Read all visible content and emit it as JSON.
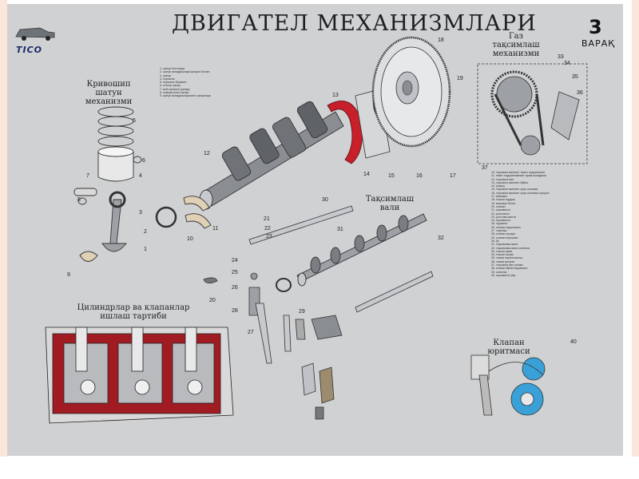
{
  "title": "ДВИГАТЕЛ МЕХАНИЗМЛАРИ",
  "logo": {
    "text": "TICO",
    "icon": "car-icon"
  },
  "sheet": {
    "number": "3",
    "word": "ВАРАҚ"
  },
  "sections": {
    "piston": "Кривошип шатун механизми",
    "timing": "Газ тақсимлаш механизми",
    "camshaft": "Тақсимлаш вали",
    "firing_order": "Цилиндрлар ва клапанлар ишлаш тартиби",
    "valve": "Клапан юритмаси"
  },
  "callouts": {
    "piston": [
      "1",
      "2",
      "3",
      "4",
      "5",
      "6",
      "7",
      "8",
      "9"
    ],
    "crank": [
      "10",
      "11",
      "12",
      "13",
      "14",
      "15",
      "16",
      "17",
      "18",
      "19"
    ],
    "valvetrain": [
      "20",
      "21",
      "22",
      "23",
      "24",
      "25",
      "26",
      "27",
      "28",
      "29",
      "30",
      "31",
      "32"
    ],
    "timing": [
      "33",
      "34",
      "35",
      "36",
      "37"
    ],
    "valve": [
      "21",
      "22",
      "23",
      "24",
      "25",
      "26",
      "27",
      "28",
      "29",
      "40"
    ]
  },
  "legend_left": [
    "1. шатун болтлари",
    "2. шатун вкладишлари қопқоғи билан",
    "3. шатун",
    "4. поршень",
    "5. поршень бармоғи",
    "6. стопор ҳалқа",
    "7. мой ҳалқаси (ҳалқа)",
    "8. компрессион ҳалқа",
    "9. шатун вкладишларининг ҳалқалари"
  ],
  "legend_right": [
    "10. тирсакли валнинг таянч подшипниги",
    "11. таянч подшипникнинг ярим вкладиши",
    "12. тирсакли вал",
    "13. тирсакли валнинг бўйни",
    "14. қопқоқ",
    "15. тирсакли валнинг орқа салники",
    "16. тирсакли валнинг орқа салники корпуси",
    "17. маховик",
    "18. тишли гардиш",
    "19. маховик болти",
    "20. клапан",
    "21. коромисло",
    "22. ростлагич",
    "23. ростлаш винти",
    "24. коромисло",
    "25. пружина",
    "26. клапан пружинаси",
    "27. тарелка",
    "28. клапан сухари",
    "29. клапан втулкаси",
    "30. ўқ",
    "31. тақсимлаш вали",
    "32. тақсимлаш вали салники",
    "33. тишли шкив",
    "34. тишли тасма",
    "35. тасма таранглагичи",
    "36. тасма қопқоғи",
    "37. тирсакли вал шкиви",
    "38. клапан йўналтирувчиси",
    "39. сальник",
    "40. коромисло ўқи"
  ],
  "colors": {
    "poster": "#cfd1d3",
    "cylinder_red": "#a11b22",
    "gasket_red": "#c8202a",
    "metal": "#8a8d92",
    "accent_blue": "#3aa0d8"
  }
}
